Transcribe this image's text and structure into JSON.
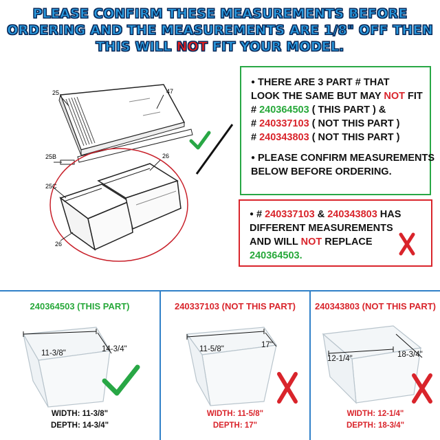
{
  "banner": {
    "line1": "PLEASE CONFIRM THESE MEASUREMENTS BEFORE",
    "line2": "ORDERING AND THE MEASUREMENTS ARE 1/8\" OFF THEN",
    "line3_a": "THIS WILL ",
    "line3_not": "NOT",
    "line3_b": " FIT YOUR MODEL."
  },
  "diagram": {
    "label_25": "25",
    "label_47": "47",
    "label_25b": "25B",
    "label_26a": "26",
    "label_25c": "25C",
    "label_26b": "26"
  },
  "green_box": {
    "l1": "THERE ARE 3 PART # THAT",
    "l2_a": "LOOK THE SAME BUT MAY ",
    "l2_not": "NOT",
    "l2_b": " FIT",
    "l3_hash": "# ",
    "l3_num": "240364503",
    "l3_rest": " ( THIS PART ) &",
    "l4_hash": "# ",
    "l4_num": "240337103",
    "l4_rest": "  ( NOT THIS PART )",
    "l5_hash": "# ",
    "l5_num": "240343803",
    "l5_rest": " ( NOT THIS PART )",
    "l6": "PLEASE CONFIRM MEASUREMENTS",
    "l7": "BELOW BEFORE ORDERING."
  },
  "red_box": {
    "l1_hash": "# ",
    "l1_num1": "240337103",
    "l1_amp": " & ",
    "l1_num2": "240343803",
    "l1_rest": " HAS",
    "l2": "DIFFERENT MEASUREMENTS",
    "l3_a": "AND WILL ",
    "l3_not": "NOT",
    "l3_b": " REPLACE",
    "l4": "240364503."
  },
  "parts": [
    {
      "title": "240364503 (THIS PART)",
      "width_label": "11-3/8\"",
      "depth_label": "14-3/4\"",
      "foot_width": "WIDTH: 11-3/8\"",
      "foot_depth": "DEPTH: 14-3/4\""
    },
    {
      "title": "240337103 (NOT THIS PART)",
      "width_label": "11-5/8\"",
      "depth_label": "17\"",
      "foot_width": "WIDTH: 11-5/8\"",
      "foot_depth": "DEPTH: 17\""
    },
    {
      "title": "240343803 (NOT THIS PART)",
      "width_label": "12-1/4\"",
      "depth_label": "18-3/4\"",
      "foot_width": "WIDTH: 12-1/4\"",
      "foot_depth": "DEPTH: 18-3/4\""
    }
  ],
  "colors": {
    "green": "#27a83a",
    "red": "#d9242b",
    "blue": "#2f80c8",
    "banner_blue": "#2a9be0"
  }
}
